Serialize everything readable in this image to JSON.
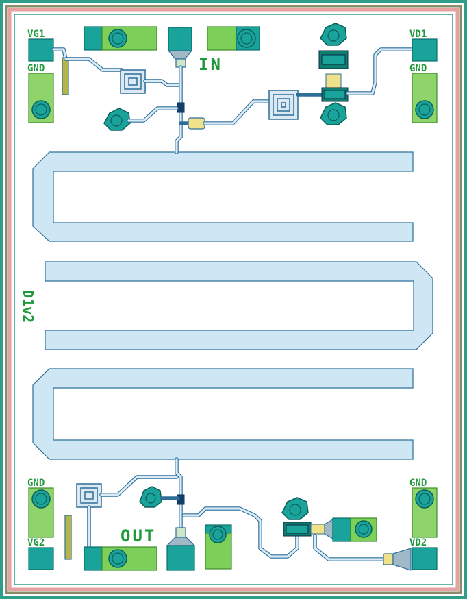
{
  "labels": {
    "vg1": "VG1",
    "vg2": "VG2",
    "vd1": "VD1",
    "vd2": "VD2",
    "gnd_top_left": "GND",
    "gnd_top_right": "GND",
    "gnd_bottom_left": "GND",
    "gnd_bottom_right": "GND",
    "in": "IN",
    "out": "OUT",
    "chip_id": "D1v2"
  },
  "colors": {
    "border_outer": "#2e9e88",
    "border_inner": "#e6a2a2",
    "pad_teal": "#1aa39a",
    "pad_green": "#7ccf58",
    "line_fill": "#cfe6f5",
    "line_edge": "#2d6f99",
    "label_green": "#1f9a3a"
  }
}
